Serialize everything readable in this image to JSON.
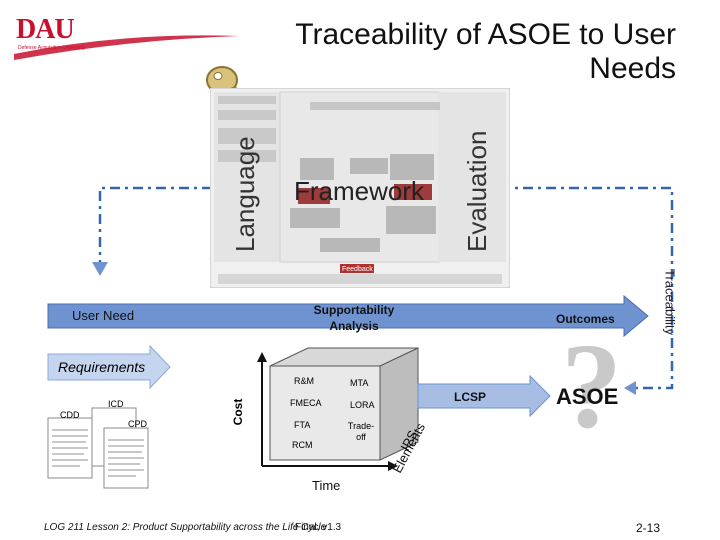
{
  "header": {
    "title_line1": "Traceability of ASOE to User",
    "title_line2": "Needs",
    "logo_text": "DAU",
    "logo_subtext": "Defense Acquisition University"
  },
  "framework": {
    "language": "Language",
    "framework": "Framework",
    "evaluation": "Evaluation",
    "feedback": "Feedback"
  },
  "side": {
    "traceability": "Traceability"
  },
  "labels": {
    "user_need": "User Need",
    "supportability_line1": "Supportability",
    "supportability_line2": "Analysis",
    "outcomes": "Outcomes",
    "requirements": "Requirements",
    "icd": "ICD",
    "cdd": "CDD",
    "cpd": "CPD",
    "cost": "Cost",
    "time": "Time",
    "lcsp": "LCSP",
    "asoe": "ASOE",
    "question_mark": "?"
  },
  "analysis_items": {
    "rm": "R&M",
    "mta": "MTA",
    "fmeca": "FMECA",
    "lora": "LORA",
    "fta": "FTA",
    "tradeoff_line1": "Trade-",
    "tradeoff_line2": "off",
    "rcm": "RCM"
  },
  "cube_side": {
    "ips": "IPS",
    "elements": "Elements"
  },
  "footer": {
    "course": "LOG 211 Lesson 2: Product Supportability across the Life Cycle",
    "version": "Final, v1.3",
    "page": "2-13"
  },
  "colors": {
    "logo_red": "#c8102e",
    "dashed_line": "#3366aa",
    "arrow_fill": "#6f93d0",
    "framework_chart_bg": "#f0f0f0",
    "framework_accent": "#b03030"
  }
}
